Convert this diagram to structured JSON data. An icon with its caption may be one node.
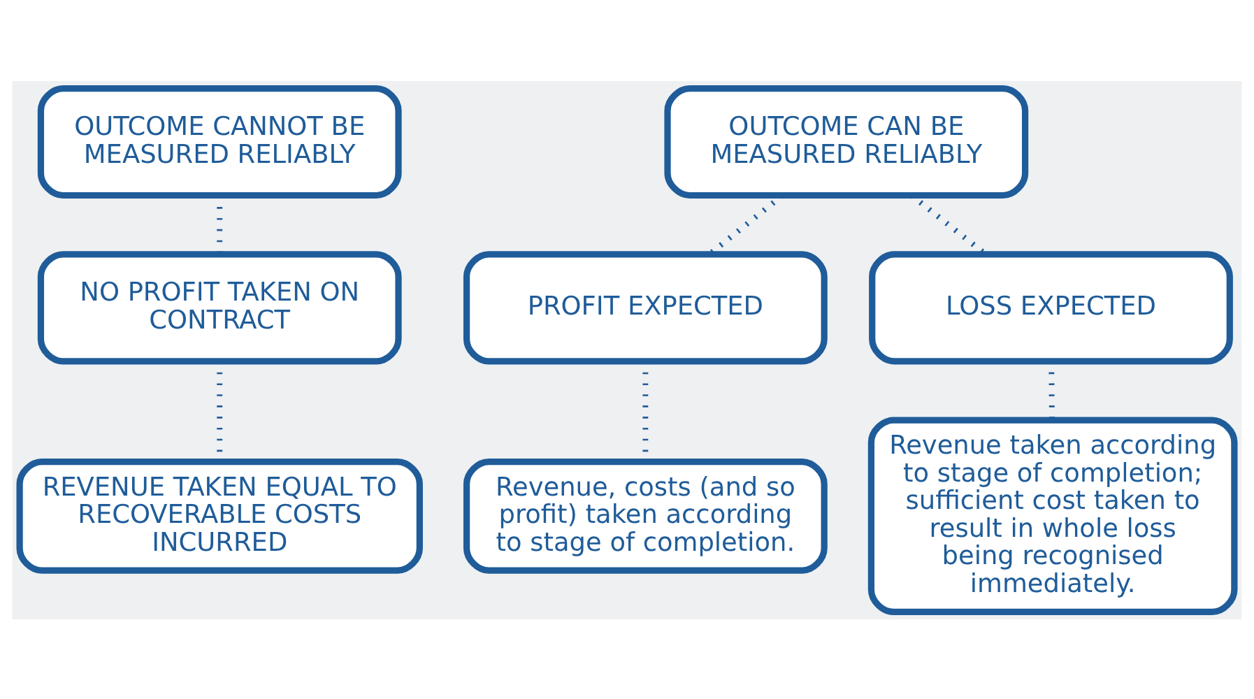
{
  "diagram": {
    "nodes": [
      {
        "text": [
          "OUTCOME CANNOT BE MEASURED RELIABLY"
        ]
      },
      {
        "text": [
          "OUTCOME CAN BE MEASURED RELIABLY"
        ]
      },
      {
        "text": [
          "NO PROFIT TAKEN ON CONTRACT"
        ]
      },
      {
        "text": [
          "PROFIT EXPECTED"
        ]
      },
      {
        "text": [
          "LOSS EXPECTED"
        ]
      },
      {
        "text": [
          "REVENUE TAKEN EQUAL TO RECOVERABLE COSTS INCURRED"
        ]
      },
      {
        "text": [
          "Revenue, costs (and so profit) taken according to stage of completion."
        ]
      },
      {
        "text": [
          "Revenue taken according to stage of completion; sufficient cost taken to result in whole loss being recognised immediately."
        ]
      }
    ],
    "edges": [
      {
        "from": 0,
        "to": 2,
        "arrow": "none"
      },
      {
        "from": 1,
        "to": 3,
        "arrow": "none"
      },
      {
        "from": 1,
        "to": 4,
        "arrow": "none"
      },
      {
        "from": 2,
        "to": 5,
        "arrow": "none"
      },
      {
        "from": 3,
        "to": 6,
        "arrow": "none"
      },
      {
        "from": 4,
        "to": 7,
        "arrow": "none"
      }
    ]
  }
}
